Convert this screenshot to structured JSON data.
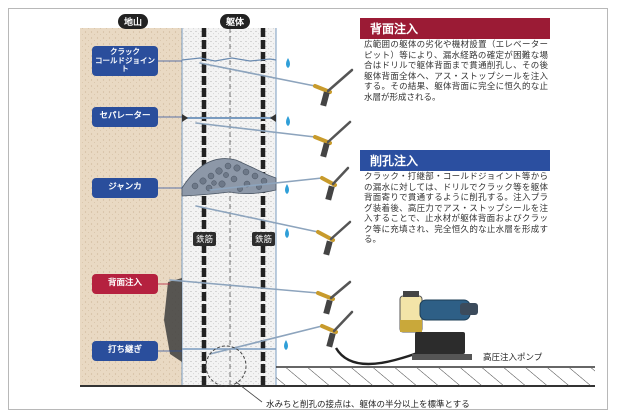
{
  "top_labels": {
    "ground": "地山",
    "structure": "躯体"
  },
  "left_labels": {
    "crack": "クラック\nコールドジョイント",
    "separator": "セパレーター",
    "honeycomb": "ジャンカ",
    "back_injection": "背面注入",
    "joint": "打ち継ぎ"
  },
  "rebar": [
    "鉄筋",
    "鉄筋"
  ],
  "section1": {
    "title": "背面注入",
    "body": "広範囲の躯体の劣化や機材設置（エレベーターピット）等により、漏水経路の確定が困難な場合はドリルで躯体背面まで貫通削孔し、その後躯体背面全体へ、アス・ストップシールを注入する。その結果、躯体背面に完全に恒久的な止水層が形成される。"
  },
  "section2": {
    "title": "削孔注入",
    "body": "クラック・打継部・コールドジョイント等からの漏水に対しては、ドリルでクラック等を躯体背面寄りで貫通するように削孔する。注入プラグ装着後、高圧力でアス・ストップシールを注入することで、止水材が躯体背面およびクラック等に充填され、完全恒久的な止水層を形成する。"
  },
  "pump_label": "高圧注入ポンプ",
  "caption": "水みちと削孔の接点は、躯体の半分以上を標準とする",
  "colors": {
    "blue_label": "#2a4e9c",
    "red_label": "#b5213f",
    "section1_bar": "#9b1b35",
    "section2_bar": "#2b4fa0",
    "soil": "#e9d9c3",
    "concrete": "#f2f2f2"
  }
}
